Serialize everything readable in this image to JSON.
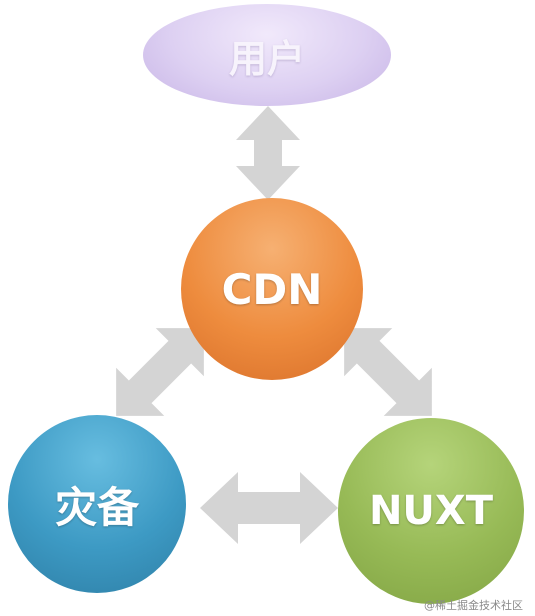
{
  "nodes": {
    "user": "用户",
    "cdn": "CDN",
    "backup": "灾备",
    "nuxt": "NUXT"
  },
  "watermark": "@稀土掘金技术社区",
  "colors": {
    "user": "#ddd0f2",
    "cdn": "#ee8c3e",
    "backup": "#3d9ac4",
    "nuxt": "#97ba56",
    "arrow": "#d4d4d4"
  },
  "edges": [
    {
      "from": "user",
      "to": "cdn",
      "type": "bidirectional"
    },
    {
      "from": "cdn",
      "to": "backup",
      "type": "bidirectional"
    },
    {
      "from": "cdn",
      "to": "nuxt",
      "type": "bidirectional"
    },
    {
      "from": "backup",
      "to": "nuxt",
      "type": "bidirectional"
    }
  ]
}
